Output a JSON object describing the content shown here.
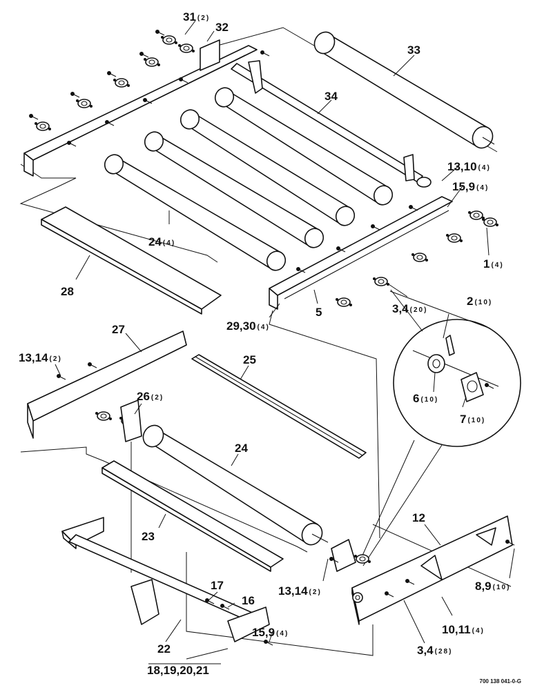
{
  "diagram": {
    "callouts": [
      {
        "id": "c31",
        "number": "31",
        "qty": "(2)"
      },
      {
        "id": "c32",
        "number": "32",
        "qty": ""
      },
      {
        "id": "c33",
        "number": "33",
        "qty": ""
      },
      {
        "id": "c34",
        "number": "34",
        "qty": ""
      },
      {
        "id": "c13_10",
        "number": "13,10",
        "qty": "(4)"
      },
      {
        "id": "c15_9a",
        "number": "15,9",
        "qty": "(4)"
      },
      {
        "id": "c1",
        "number": "1",
        "qty": "(4)"
      },
      {
        "id": "c24a",
        "number": "24",
        "qty": "(4)"
      },
      {
        "id": "c28",
        "number": "28",
        "qty": ""
      },
      {
        "id": "c29_30",
        "number": "29,30",
        "qty": "(4)"
      },
      {
        "id": "c5",
        "number": "5",
        "qty": ""
      },
      {
        "id": "c3_4a",
        "number": "3,4",
        "qty": "(20)"
      },
      {
        "id": "c2",
        "number": "2",
        "qty": "(10)"
      },
      {
        "id": "c6",
        "number": "6",
        "qty": "(10)"
      },
      {
        "id": "c7",
        "number": "7",
        "qty": "(10)"
      },
      {
        "id": "c27",
        "number": "27",
        "qty": ""
      },
      {
        "id": "c13_14a",
        "number": "13,14",
        "qty": "(2)"
      },
      {
        "id": "c25",
        "number": "25",
        "qty": ""
      },
      {
        "id": "c26",
        "number": "26",
        "qty": "(2)"
      },
      {
        "id": "c24b",
        "number": "24",
        "qty": ""
      },
      {
        "id": "c12",
        "number": "12",
        "qty": ""
      },
      {
        "id": "c23",
        "number": "23",
        "qty": ""
      },
      {
        "id": "c8_9",
        "number": "8,9",
        "qty": "(10)"
      },
      {
        "id": "c13_14b",
        "number": "13,14",
        "qty": "(2)"
      },
      {
        "id": "c17",
        "number": "17",
        "qty": ""
      },
      {
        "id": "c16",
        "number": "16",
        "qty": ""
      },
      {
        "id": "c10_11",
        "number": "10,11",
        "qty": "(4)"
      },
      {
        "id": "c15_9b",
        "number": "15,9",
        "qty": "(4)"
      },
      {
        "id": "c22",
        "number": "22",
        "qty": ""
      },
      {
        "id": "c3_4b",
        "number": "3,4",
        "qty": "(28)"
      },
      {
        "id": "c18_21",
        "number": "18,19,20,21",
        "qty": ""
      }
    ],
    "drawing_code": "700 138 041-0-G"
  }
}
